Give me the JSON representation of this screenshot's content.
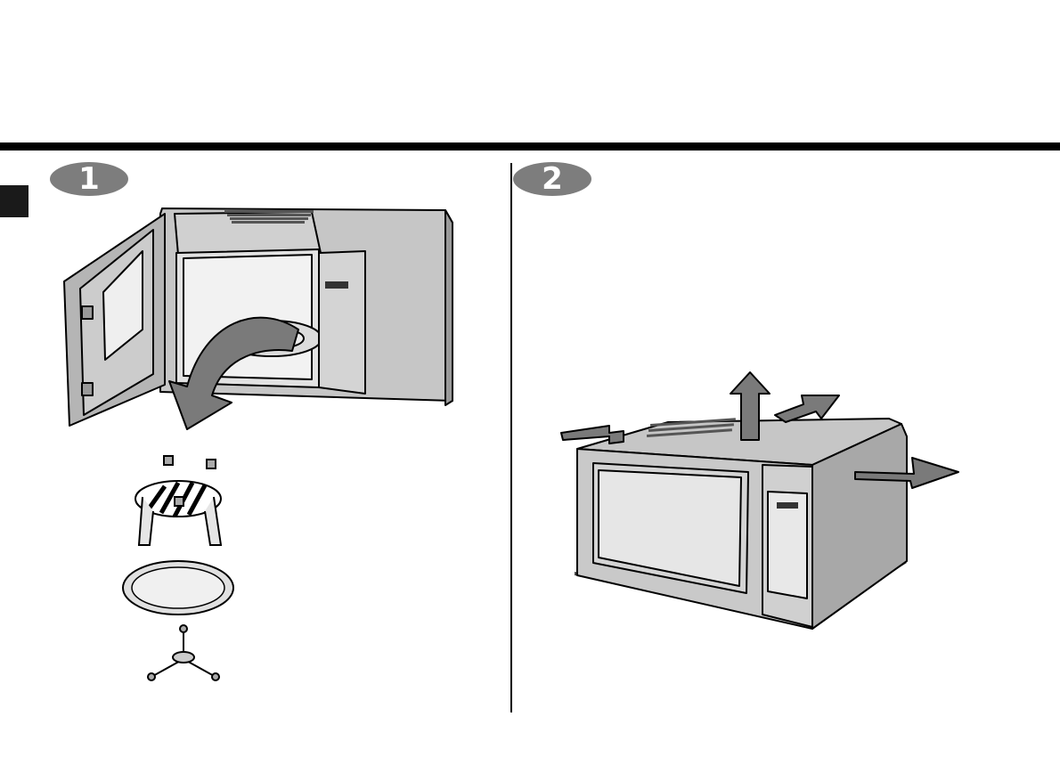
{
  "steps": [
    {
      "number": "1"
    },
    {
      "number": "2"
    }
  ],
  "colors": {
    "rule": "#000000",
    "tab": "#1a1a1a",
    "body": "#c6c6c6",
    "body_dark": "#9a9a9a",
    "arrow": "#7a7a7a",
    "panel": "#dcdcdc"
  },
  "icons": [
    "microwave-open-door",
    "remove-arrow",
    "rack",
    "glass-tray",
    "roller-ring",
    "microwave-closed",
    "ventilation-arrow"
  ]
}
